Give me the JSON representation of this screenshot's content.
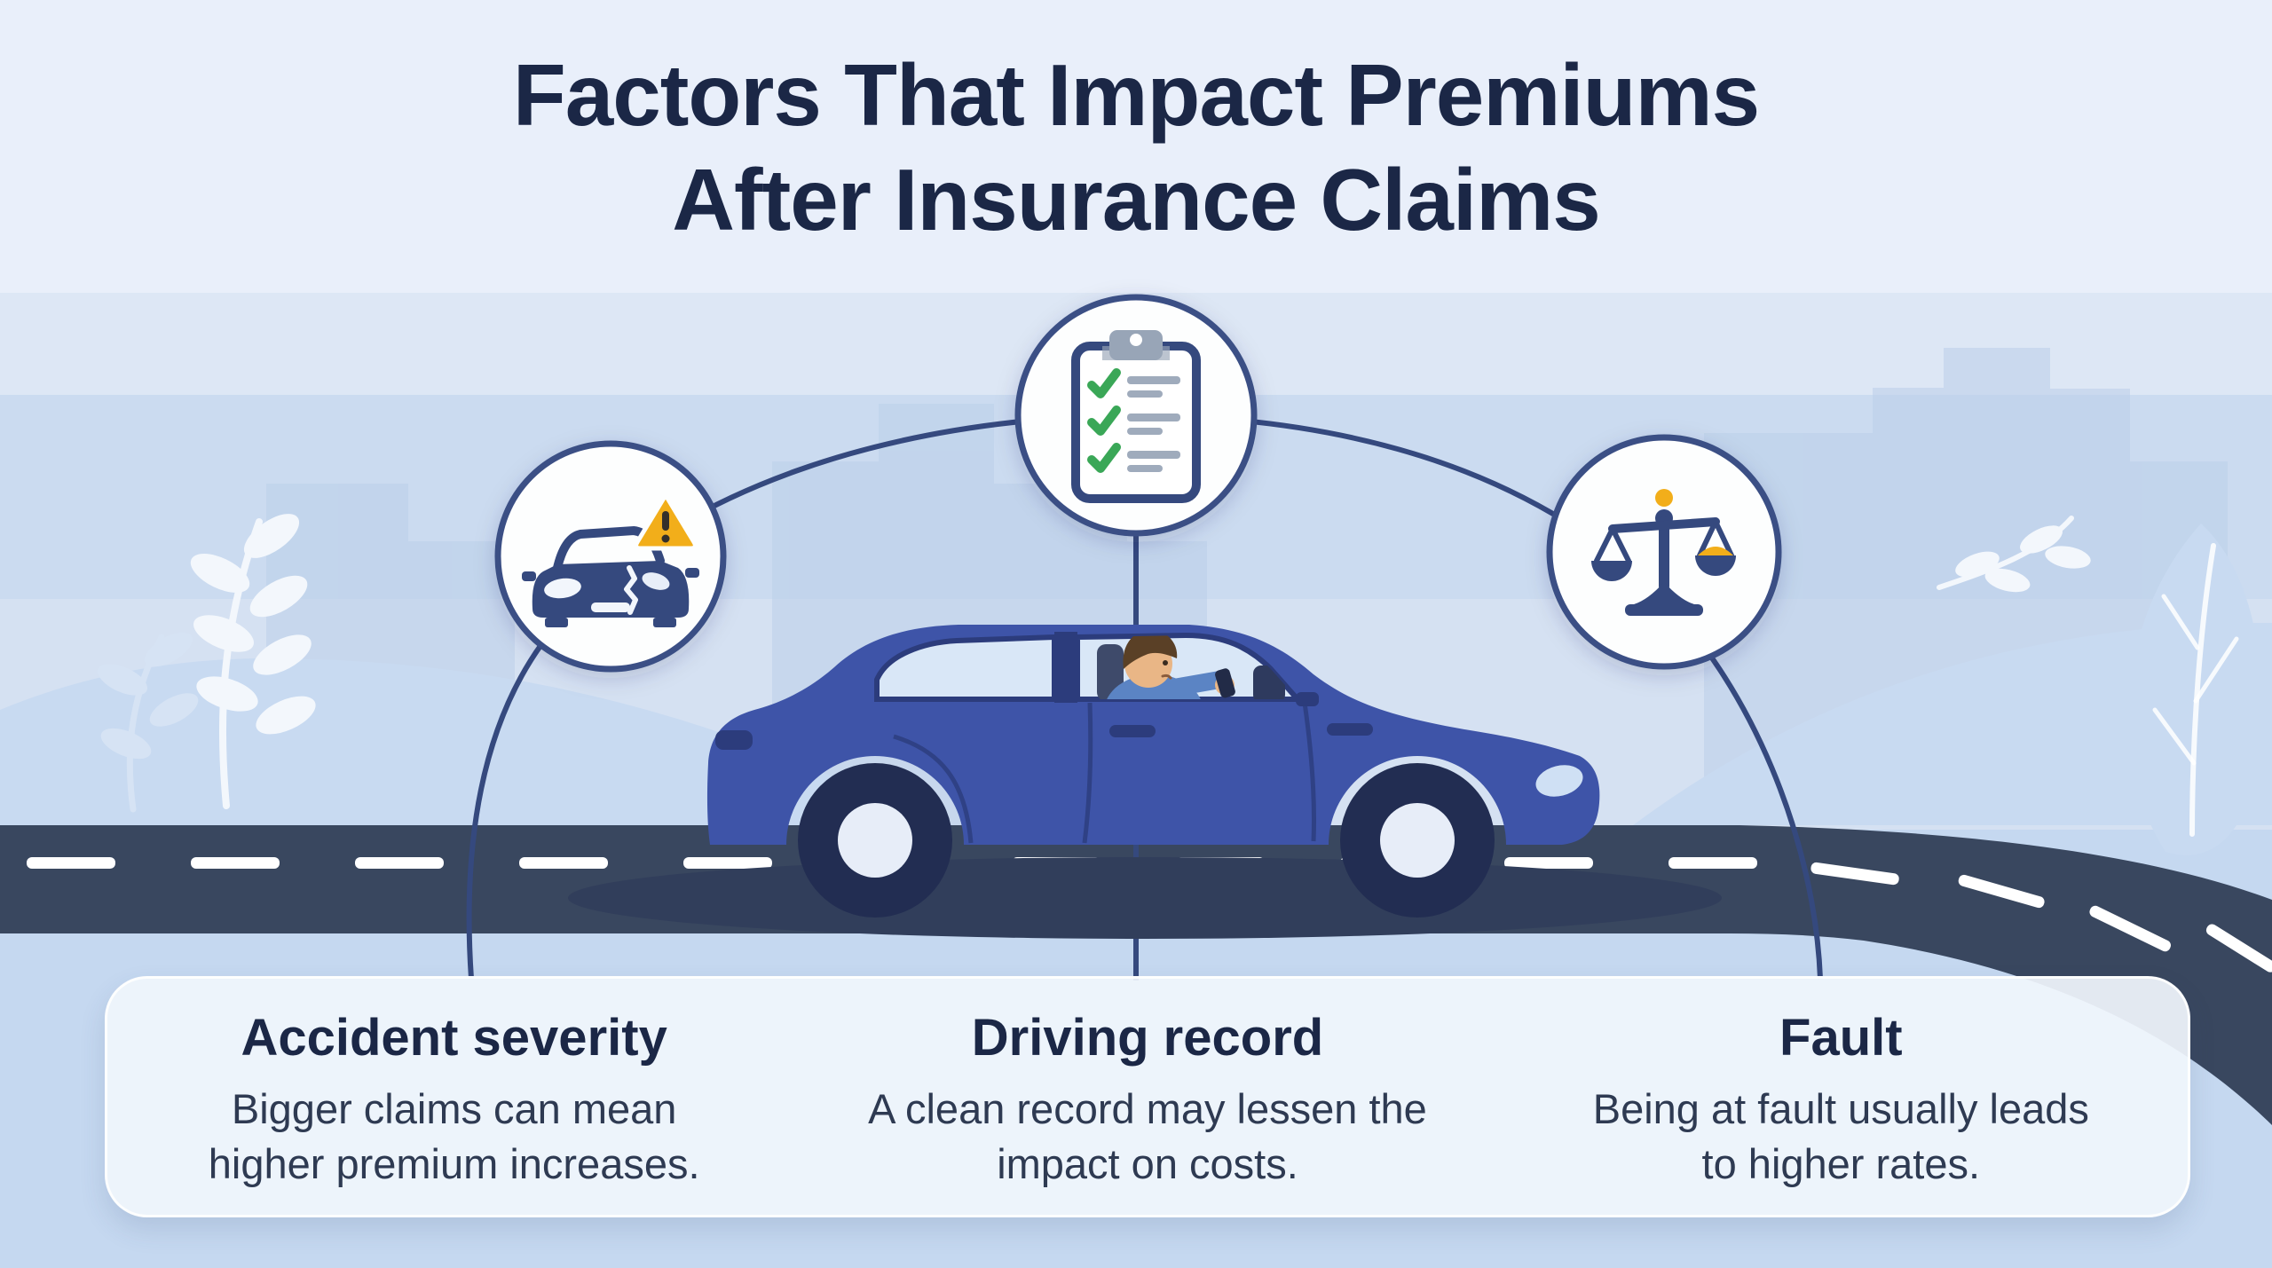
{
  "title": {
    "line1": "Factors That Impact Premiums",
    "line2": "After Insurance Claims"
  },
  "factors": [
    {
      "heading": "Accident severity",
      "description": "Bigger claims can mean higher premium increases.",
      "icon": "damaged-car-warning-icon"
    },
    {
      "heading": "Driving record",
      "description": "A clean record may lessen the impact on costs.",
      "icon": "checklist-clipboard-icon"
    },
    {
      "heading": "Fault",
      "description": "Being at fault usually leads to higher rates.",
      "icon": "justice-scales-icon"
    }
  ],
  "colors": {
    "background": "#e9effa",
    "band_light": "#dde7f5",
    "band_mid": "#cbdbf0",
    "band_lower": "#d5e1f2",
    "band_bottom": "#c5d8f0",
    "skyline": "#bccfe9",
    "hill": "#c8daf1",
    "road": "#39475f",
    "road_shadow": "#313e5b",
    "road_dash": "#ffffff",
    "navy_line": "#35497e",
    "circle_fill": "#fdfefe",
    "circle_border": "#3a4f85",
    "car_body": "#3e54a8",
    "car_dark": "#2c3c7c",
    "car_glass": "#d9e7f7",
    "wheel": "#222d52",
    "hub": "#e7edf8",
    "title_text": "#1b2746",
    "body_text": "#2e3a52",
    "accent_yellow": "#f2ae1a",
    "check_green": "#3aa757",
    "clip_gray": "#98a5b7",
    "line_gray": "#9fabbc",
    "skin": "#e9b686",
    "hair": "#5a4026",
    "shirt": "#5b84c4",
    "plant_white": "#f3f7fc",
    "plant_blue": "#d6e3f4"
  }
}
